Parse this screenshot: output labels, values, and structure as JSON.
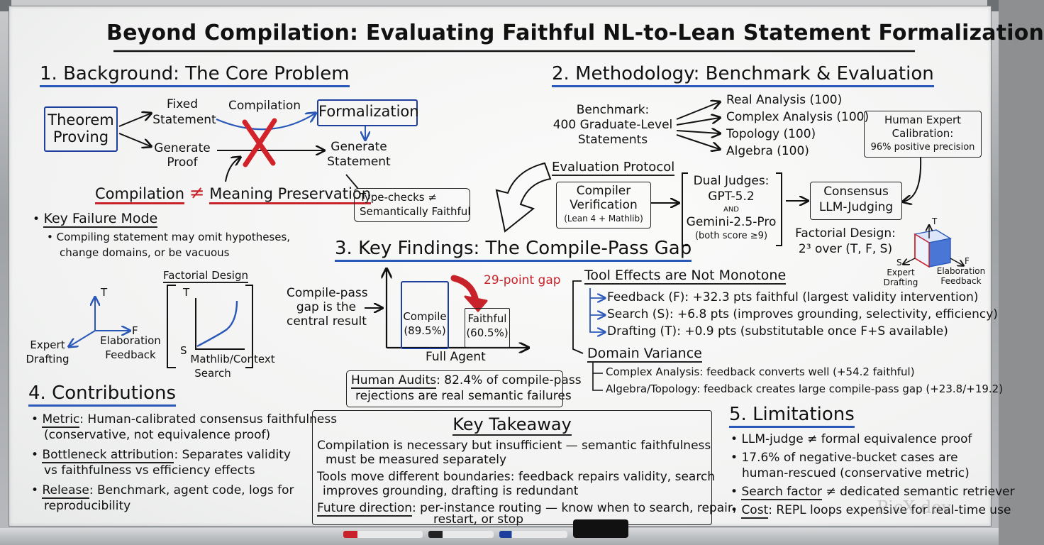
{
  "title": "Beyond Compilation: Evaluating Faithful NL-to-Lean Statement Formalization",
  "sec1": {
    "heading": "1. Background: The Core Problem",
    "theorem_proving": [
      "Theorem",
      "Proving"
    ],
    "fixed_statement": [
      "Fixed",
      "Statement"
    ],
    "compilation": "Compilation",
    "formalization": "Formalization",
    "generate_proof": [
      "Generate",
      "Proof"
    ],
    "generate_statement": [
      "Generate",
      "Statement"
    ],
    "compilation_ne": "Compilation",
    "ne": "≠",
    "meaning_preservation": "Meaning Preservation",
    "typecheck": [
      "Type-checks ≠",
      "Semantically Faithful"
    ],
    "key_failure_mode": "Key Failure Mode",
    "failure_desc": [
      "• Compiling statement may omit hypotheses,",
      "change domains, or be vacuous"
    ],
    "factorial_design": "Factorial Design",
    "axis_t": "T",
    "axis_f": "F",
    "axis_s": "S",
    "expert_drafting": [
      "Expert",
      "Drafting"
    ],
    "elaboration_feedback": [
      "Elaboration",
      "Feedback"
    ],
    "plot_t": "T",
    "plot_s": "S",
    "mathlib_search": [
      "Mathlib/Context",
      "Search"
    ]
  },
  "sec2": {
    "heading": "2. Methodology: Benchmark & Evaluation",
    "benchmark": [
      "Benchmark:",
      "400 Graduate-Level",
      "Statements"
    ],
    "domains": [
      "Real Analysis (100)",
      "Complex Analysis (100)",
      "Topology (100)",
      "Algebra (100)"
    ],
    "human_expert": [
      "Human Expert",
      "Calibration:",
      "96% positive precision"
    ],
    "evaluation_protocol": "Evaluation Protocol",
    "compiler_verification": [
      "Compiler",
      "Verification",
      "(Lean 4 + Mathlib)"
    ],
    "dual_judges": [
      "Dual Judges:",
      "GPT-5.2",
      "AND",
      "Gemini-2.5-Pro",
      "(both score ≥9)"
    ],
    "consensus": [
      "Consensus",
      "LLM-Judging"
    ],
    "factorial_design": [
      "Factorial Design:",
      "2³ over (T, F, S)"
    ],
    "cube_t": "T",
    "cube_s": [
      "S",
      "Expert",
      "Drafting"
    ],
    "cube_f": [
      "F",
      "Elaboration",
      "Feedback"
    ]
  },
  "sec3": {
    "heading": "3. Key Findings: The Compile-Pass Gap",
    "compile_pass_gap": [
      "Compile-pass",
      "gap is the",
      "central result"
    ],
    "gap_label": "29-point gap",
    "compile_bar": [
      "Compile",
      "(89.5%)"
    ],
    "faithful_bar": [
      "Faithful",
      "(60.5%)"
    ],
    "full_agent": "Full Agent",
    "human_audits_label": "Human Audits",
    "human_audits_text": [
      ": 82.4% of compile-pass",
      "rejections are real semantic failures"
    ],
    "tool_effects": "Tool Effects are Not Monotone",
    "effects": [
      "Feedback (F): +32.3 pts faithful (largest validity intervention)",
      "Search (S): +6.8 pts (improves grounding, selectivity, efficiency)",
      "Drafting (T): +0.9 pts (substitutable once F+S available)"
    ],
    "domain_variance": "Domain Variance",
    "variance": [
      "Complex Analysis: feedback converts well (+54.2 faithful)",
      "Algebra/Topology: feedback creates large compile-pass gap (+23.8/+19.2)"
    ]
  },
  "sec4": {
    "heading": "4. Contributions",
    "items": [
      {
        "label": "Metric",
        "text": ": Human-calibrated consensus faithfulness",
        "cont": "(conservative, not equivalence proof)"
      },
      {
        "label": "Bottleneck attribution",
        "text": ": Separates validity",
        "cont": "vs faithfulness vs efficiency effects"
      },
      {
        "label": "Release",
        "text": ": Benchmark, agent code, logs for",
        "cont": "reproducibility"
      }
    ]
  },
  "takeaway": {
    "heading": "Key Takeaway",
    "lines": [
      "Compilation is necessary but insufficient — semantic faithfulness",
      "must be measured separately",
      "Tools move different boundaries: feedback repairs validity, search",
      "improves grounding, drafting is redundant"
    ],
    "future_label": "Future direction",
    "future_text": ": per-instance routing — know when to search, repair,",
    "future_cont": "restart, or stop"
  },
  "sec5": {
    "heading": "5. Limitations",
    "items": [
      {
        "label": "",
        "text": "LLM-judge ≠ formal equivalence proof",
        "cont": ""
      },
      {
        "label": "",
        "text": "17.6% of negative-bucket cases are",
        "cont": "human-rescued (conservative metric)"
      },
      {
        "label": "Search factor",
        "text": " ≠ dedicated semantic retriever",
        "cont": ""
      },
      {
        "label": "Cost",
        "text": ": REPL loops expensive for real-time use",
        "cont": ""
      }
    ]
  },
  "watermark": "PicX.dev",
  "colors": {
    "blue": "#2a58b8",
    "red": "#c8232a",
    "ink": "#111111"
  }
}
